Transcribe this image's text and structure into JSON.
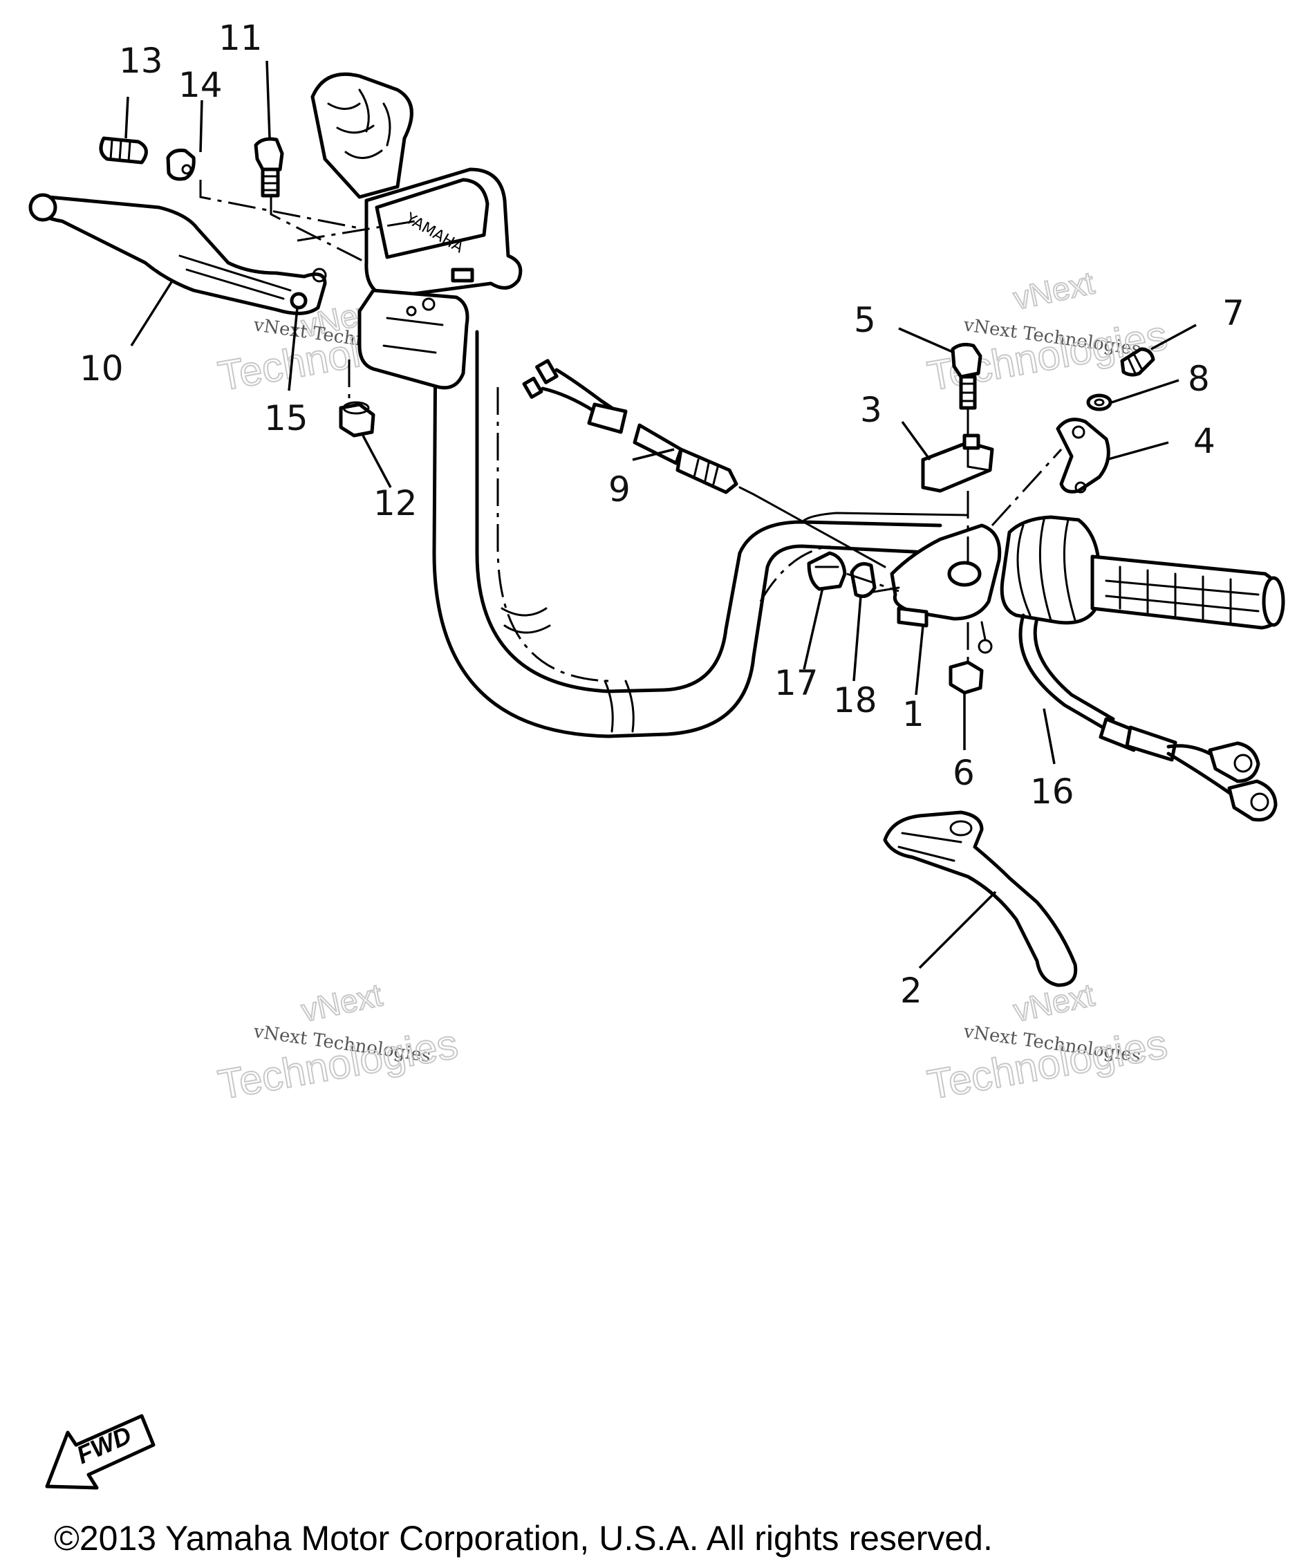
{
  "callouts": [
    {
      "id": "1",
      "text": "1"
    },
    {
      "id": "2",
      "text": "2"
    },
    {
      "id": "3",
      "text": "3"
    },
    {
      "id": "4",
      "text": "4"
    },
    {
      "id": "5",
      "text": "5"
    },
    {
      "id": "6",
      "text": "6"
    },
    {
      "id": "7",
      "text": "7"
    },
    {
      "id": "8",
      "text": "8"
    },
    {
      "id": "9",
      "text": "9"
    },
    {
      "id": "10",
      "text": "10"
    },
    {
      "id": "11",
      "text": "11"
    },
    {
      "id": "12",
      "text": "12"
    },
    {
      "id": "13",
      "text": "13"
    },
    {
      "id": "14",
      "text": "14"
    },
    {
      "id": "15",
      "text": "15"
    },
    {
      "id": "16",
      "text": "16"
    },
    {
      "id": "17",
      "text": "17"
    },
    {
      "id": "18",
      "text": "18"
    }
  ],
  "watermark": {
    "line1": "vNext Technologies",
    "word1": "vNext",
    "word2": "Technologies"
  },
  "grip_brand": "YAMAHA",
  "fwd_label": "FWD",
  "copyright": "©2013 Yamaha Motor Corporation, U.S.A. All rights reserved."
}
